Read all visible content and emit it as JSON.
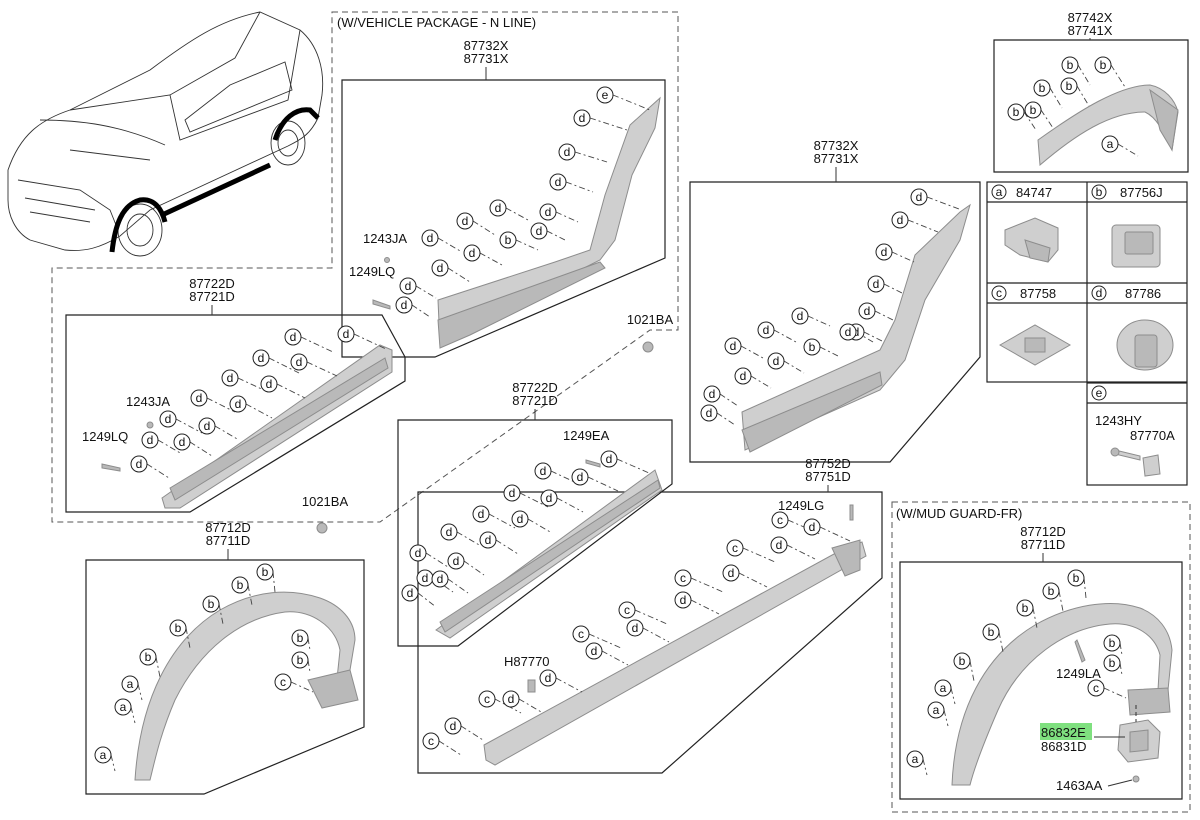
{
  "notes": {
    "n_line": "(W/VEHICLE PACKAGE - N LINE)",
    "mud_guard": "(W/MUD GUARD-FR)"
  },
  "part_numbers": {
    "p87732x_a": "87732X",
    "p87731x_a": "87731X",
    "p87742x": "87742X",
    "p87741x": "87741X",
    "p87732x_b": "87732X",
    "p87731x_b": "87731X",
    "p87722d_a": "87722D",
    "p87721d_a": "87721D",
    "p87722d_b": "87722D",
    "p87721d_b": "87721D",
    "p87752d": "87752D",
    "p87751d": "87751D",
    "p87712d_a": "87712D",
    "p87711d_a": "87711D",
    "p87712d_b": "87712D",
    "p87711d_b": "87711D",
    "p1243ja_a": "1243JA",
    "p1249lq_a": "1249LQ",
    "p1243ja_b": "1243JA",
    "p1249lq_b": "1249LQ",
    "p1021ba_a": "1021BA",
    "p1021ba_b": "1021BA",
    "p1249ea": "1249EA",
    "p1249lg": "1249LG",
    "ph87770": "H87770",
    "p1249la": "1249LA",
    "p86832e": "86832E",
    "p86831d": "86831D",
    "p1463aa": "1463AA"
  },
  "legend": [
    {
      "key": "a",
      "part": "84747"
    },
    {
      "key": "b",
      "part": "87756J"
    },
    {
      "key": "c",
      "part": "87758"
    },
    {
      "key": "d",
      "part": "87786"
    },
    {
      "key": "e",
      "parts": [
        "1243HY",
        "87770A"
      ]
    }
  ],
  "colors": {
    "highlight": "#7fe07f",
    "frame": "#222222",
    "part": "#cfcfcf"
  }
}
